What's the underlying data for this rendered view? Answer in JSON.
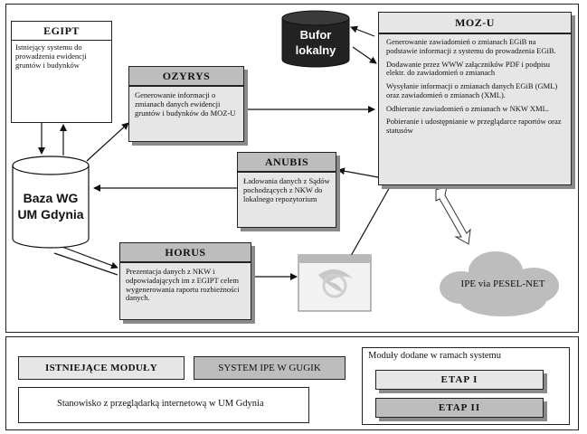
{
  "egipt": {
    "title": "EGIPT",
    "text": "Istniejący systemu do prowadzenia ewidencji gruntów i budynków"
  },
  "ozyrys": {
    "title": "OZYRYS",
    "text": "Generowanie informacji o zmianach danych ewidencji gruntów i budynków do MOZ-U"
  },
  "anubis": {
    "title": "ANUBIS",
    "text": "Ładowania danych z Sądów pochodzących z NKW do lokalnego repozytorium"
  },
  "horus": {
    "title": "HORUS",
    "text": "Prezentacja danych z NKW i odpowiadających im z EGIPT celem wygenerowania raportu rozbieżności danych."
  },
  "mozu": {
    "title": "MOZ-U",
    "items": [
      "Generowanie zawiadomień o zmianach EGiB na podstawie informacji z systemu do prowadzenia EGiB.",
      "Dodawanie przez WWW załączników PDF i podpisu elektr. do zawiadomień o zmianach",
      "Wysyłanie informacji o zmianach danych EGiB (GML) oraz zawiadomień o zmianach (XML).",
      "Odbieranie zawiadomień o zmianach w NKW XML.",
      "Pobieranie i udostępnianie w przeglądarce raportów oraz statusów"
    ]
  },
  "bufor": {
    "line1": "Bufor",
    "line2": "lokalny"
  },
  "baza": {
    "line1": "Baza WG",
    "line2": "UM Gdynia"
  },
  "ipe_cloud": {
    "label": "IPE via PESEL-NET"
  },
  "legend": {
    "existing": "ISTNIEJĄCE MODUŁY",
    "ipe_system": "SYSTEM IPE W GUGIK",
    "workstation": "Stanowisko z przeglądarką internetową w UM Gdynia",
    "added_title": "Moduły dodane w ramach systemu",
    "etap1": "ETAP I",
    "etap2": "ETAP II"
  },
  "colors": {
    "module_gray": "#bdbdbd",
    "light_gray": "#e6e6e6",
    "shadow": "#8a8a8a",
    "bufor_dark": "#222222"
  }
}
